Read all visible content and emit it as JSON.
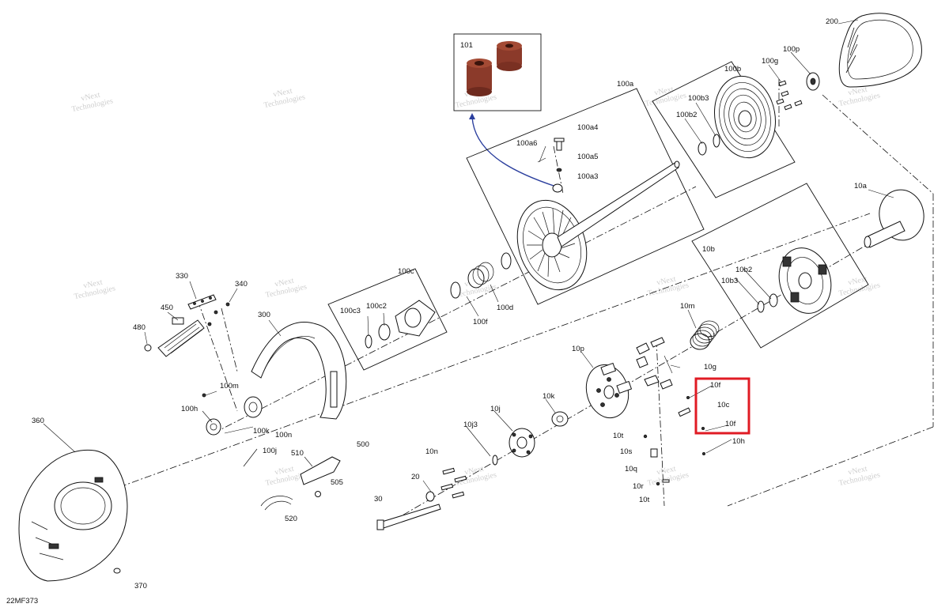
{
  "diagram": {
    "code": "22MF373",
    "watermark": {
      "line1": "vNext",
      "line2": "Technologies",
      "text": "vNext Technologies"
    },
    "highlight_color": "#e01b24",
    "arrow_color": "#2b3f9e",
    "labels": {
      "p101": "101",
      "p100a": "100a",
      "p100a4": "100a4",
      "p100a6": "100a6",
      "p100a5": "100a5",
      "p100a3": "100a3",
      "p100b": "100b",
      "p100b3": "100b3",
      "p100b2": "100b2",
      "p100g": "100g",
      "p100p": "100p",
      "p200": "200",
      "p10a": "10a",
      "p10b": "10b",
      "p10b2": "10b2",
      "p10b3": "10b3",
      "p100c": "100c",
      "p100c3": "100c3",
      "p100c2": "100c2",
      "p100f": "100f",
      "p100d": "100d",
      "p330": "330",
      "p340": "340",
      "p450": "450",
      "p480": "480",
      "p300": "300",
      "p10m": "10m",
      "p10p": "10p",
      "p10g": "10g",
      "p10f_a": "10f",
      "p10c": "10c",
      "p10f_b": "10f",
      "p10h": "10h",
      "p10k": "10k",
      "p10j": "10j",
      "p10j3": "10j3",
      "p10t_a": "10t",
      "p10s": "10s",
      "p10q": "10q",
      "p10r": "10r",
      "p10t_b": "10t",
      "p100m": "100m",
      "p100h": "100h",
      "p100k": "100k",
      "p100n": "100n",
      "p100j": "100j",
      "p360": "360",
      "p510": "510",
      "p500": "500",
      "p505": "505",
      "p520": "520",
      "p10n": "10n",
      "p20": "20",
      "p30": "30",
      "p370": "370"
    }
  }
}
